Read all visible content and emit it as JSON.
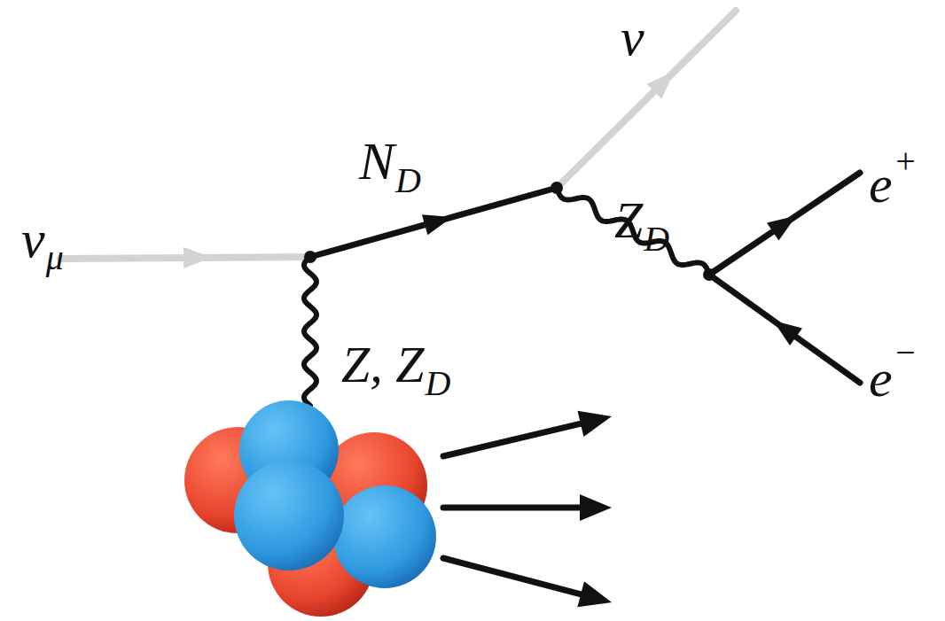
{
  "diagram": {
    "labels": [
      "ν",
      "μ",
      "N",
      "D",
      "ν",
      "Z",
      "D",
      "e",
      "+",
      "e",
      "−",
      "Z, Z",
      "D"
    ]
  }
}
